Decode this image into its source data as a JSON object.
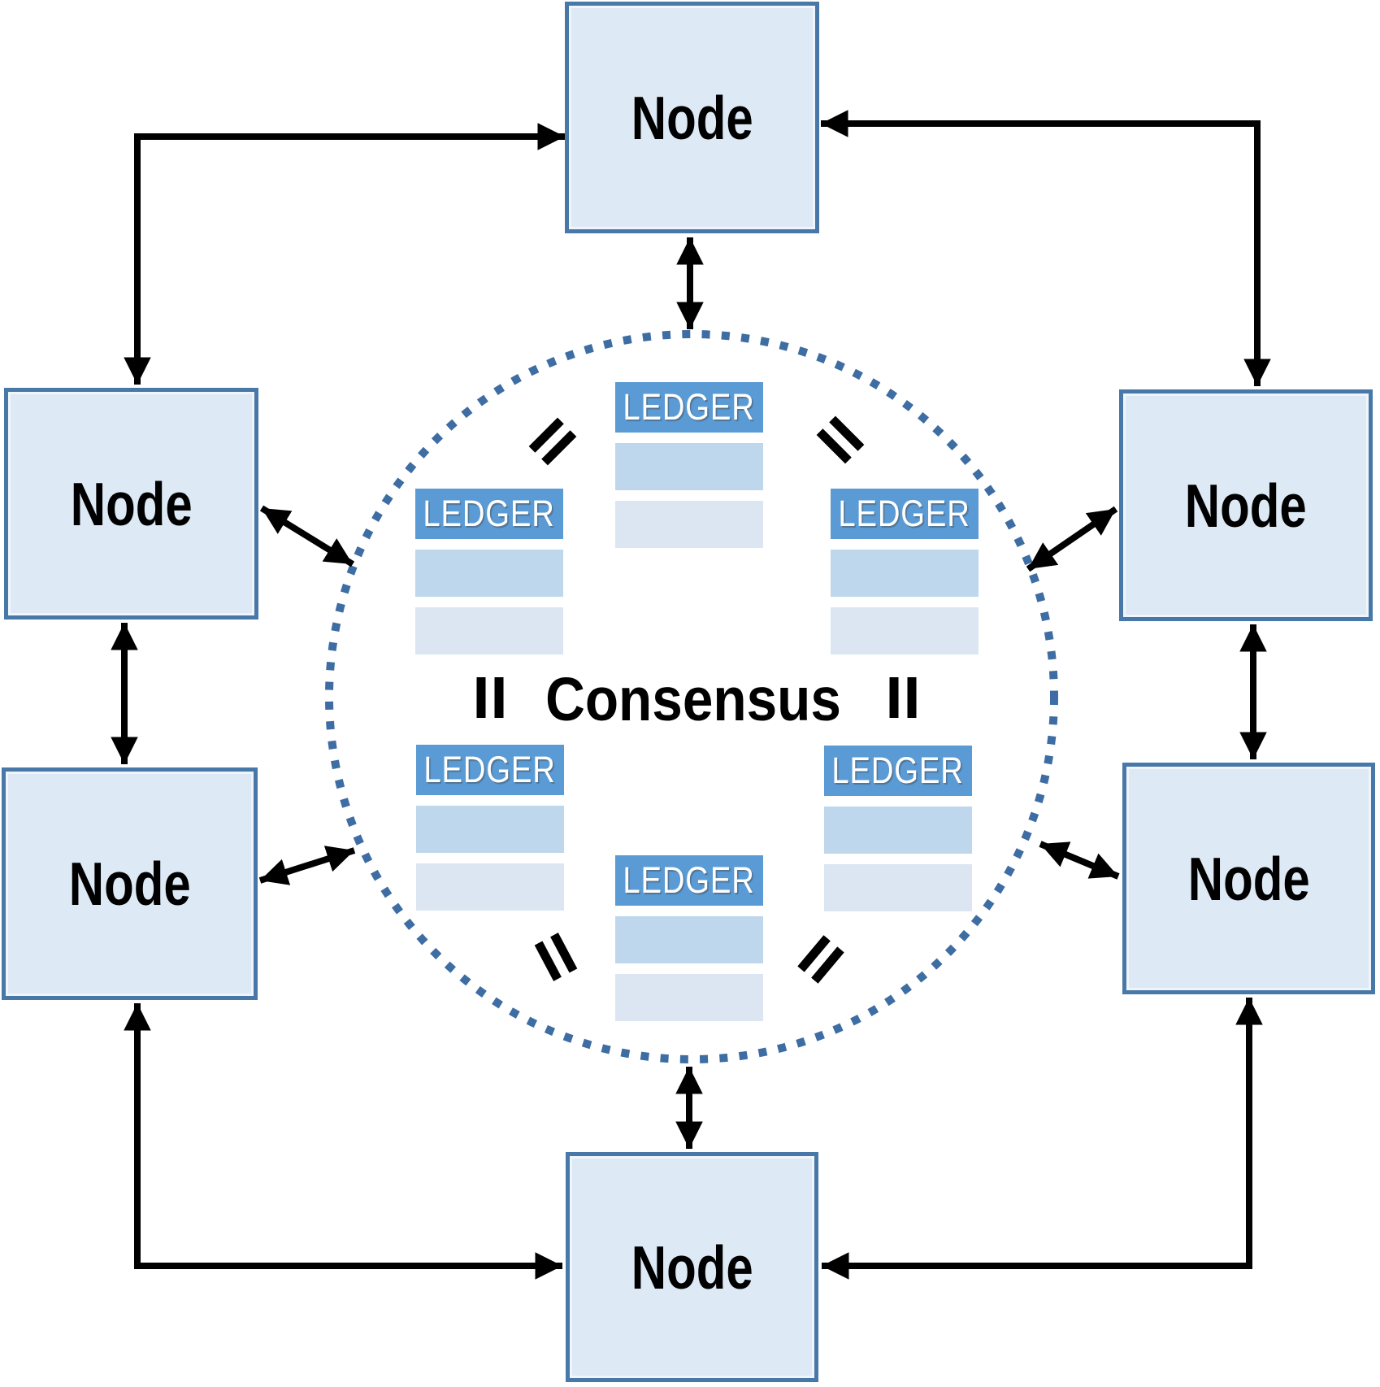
{
  "diagram": {
    "center_label": "Consensus",
    "nodes": [
      {
        "position": "top",
        "label": "Node"
      },
      {
        "position": "upper-left",
        "label": "Node"
      },
      {
        "position": "upper-right",
        "label": "Node"
      },
      {
        "position": "lower-left",
        "label": "Node"
      },
      {
        "position": "lower-right",
        "label": "Node"
      },
      {
        "position": "bottom",
        "label": "Node"
      }
    ],
    "ledgers": [
      {
        "position": "top",
        "label": "LEDGER"
      },
      {
        "position": "mid-left",
        "label": "LEDGER"
      },
      {
        "position": "mid-right",
        "label": "LEDGER"
      },
      {
        "position": "lower-left",
        "label": "LEDGER"
      },
      {
        "position": "lower-right",
        "label": "LEDGER"
      },
      {
        "position": "bottom",
        "label": "LEDGER"
      }
    ],
    "equals_marks": {
      "glyph": "=",
      "positions": [
        "upper-left",
        "upper-right",
        "mid-left",
        "mid-right",
        "lower-left",
        "lower-right"
      ]
    },
    "colors": {
      "node_fill": "#dde9f5",
      "node_border": "#4878a8",
      "ledger_header": "#5b9bd5",
      "ledger_row_1": "#bed7ec",
      "ledger_row_2": "#dbe6f2",
      "circle_dots": "#3e6da3",
      "arrows": "#000000"
    }
  }
}
